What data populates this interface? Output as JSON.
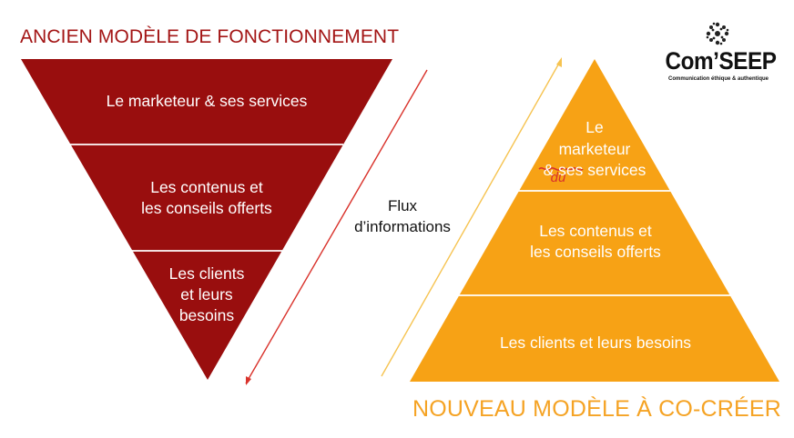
{
  "old_model": {
    "title": "ANCIEN MODÈLE DE FONCTIONNEMENT",
    "color": "#990e0e",
    "layers": [
      {
        "label": "Le marketeur & ses services"
      },
      {
        "label": "Les contenus et\nles conseils offerts"
      },
      {
        "label": "Les clients\net leurs\nbesoins"
      }
    ]
  },
  "new_model": {
    "title": "NOUVEAU MODÈLE À CO-CRÉER",
    "color": "#f7a215",
    "layers": [
      {
        "label": "Le\nmarketeur\n& ses services",
        "handwritten_note": "du"
      },
      {
        "label": "Les contenus et\nles conseils offerts"
      },
      {
        "label": "Les clients et leurs besoins"
      }
    ]
  },
  "flow": {
    "label": "Flux\nd’informations",
    "down_arrow_color": "#d9322b",
    "up_arrow_color": "#f6c350"
  },
  "logo": {
    "name": "Com’SEEP",
    "tagline": "Communication éthique & authentique"
  }
}
